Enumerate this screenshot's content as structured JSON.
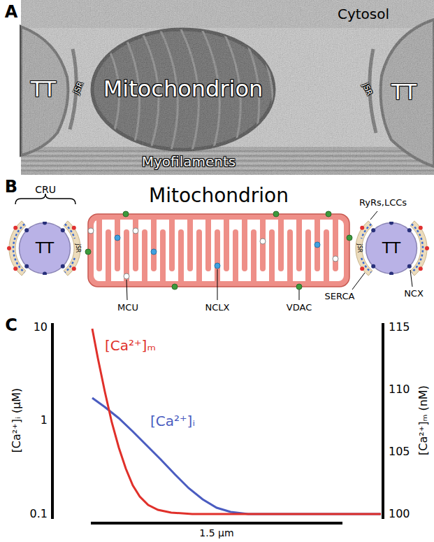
{
  "diagram": {
    "nodes": [
      {
        "text": [
          "TT"
        ]
      },
      {
        "text": [
          "Mitochondrion"
        ]
      },
      {
        "text": [
          "TT"
        ]
      }
    ],
    "labels": [
      "A",
      "TT",
      "jSR",
      "Mitochondrion",
      "Cytosol",
      "jSR",
      "TT",
      "Myofilaments",
      "B",
      "CRU",
      "RyRs,LCCs",
      "jSR",
      "jSR",
      "SERCA",
      "NCX",
      "MCU",
      "NCLX",
      "VDAC",
      "C",
      "10",
      "1",
      "0.1",
      "[Ca²⁺]ᵢ (μM)",
      "115",
      "110",
      "105",
      "100",
      "[Ca²⁺]ₘ (nM)",
      "[Ca²⁺]ₘ",
      "[Ca²⁺]ᵢ",
      "1.5 μm"
    ]
  }
}
